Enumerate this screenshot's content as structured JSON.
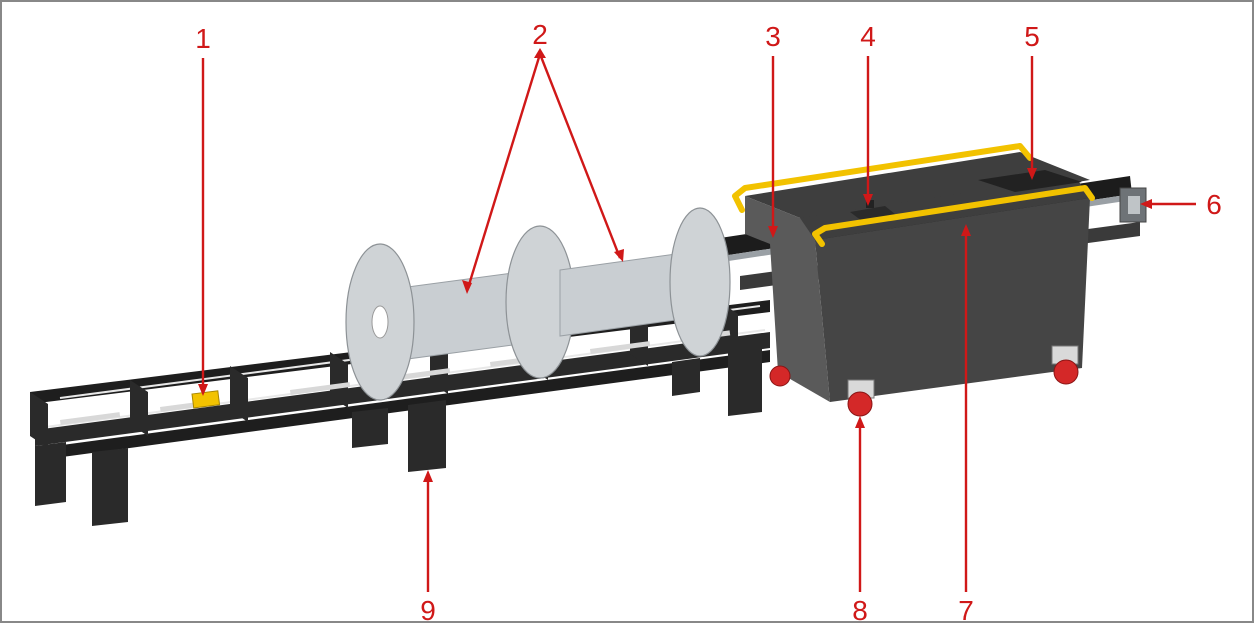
{
  "callouts": [
    {
      "id": 1,
      "label": "1"
    },
    {
      "id": 2,
      "label": "2"
    },
    {
      "id": 3,
      "label": "3"
    },
    {
      "id": 4,
      "label": "4"
    },
    {
      "id": 5,
      "label": "5"
    },
    {
      "id": 6,
      "label": "6"
    },
    {
      "id": 7,
      "label": "7"
    },
    {
      "id": 8,
      "label": "8"
    },
    {
      "id": 9,
      "label": "9"
    }
  ],
  "colors": {
    "callout": "#d01818",
    "handle": "#f2c200",
    "wheel": "#d42828",
    "frame": "#1e1e1e",
    "cabinet": "#454545",
    "drum": "#c9ced2"
  }
}
